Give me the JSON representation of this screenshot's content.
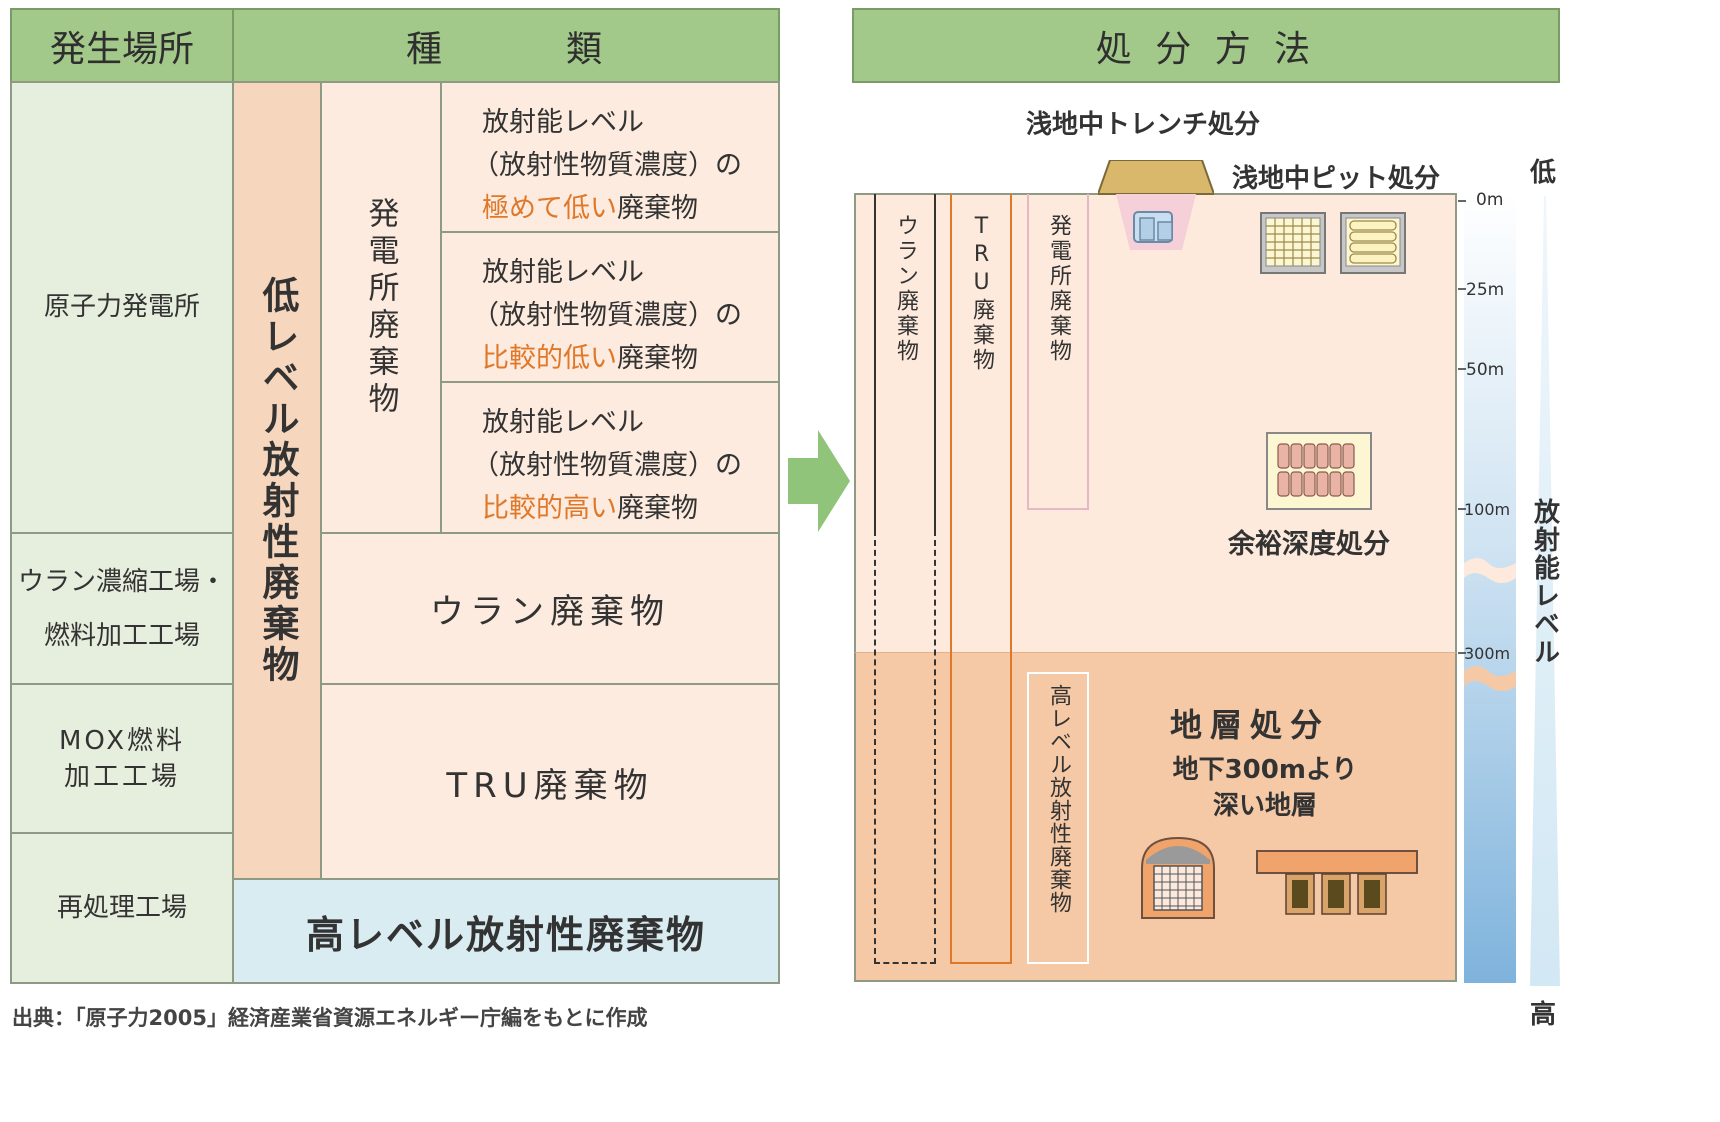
{
  "headers": {
    "source": "発生場所",
    "type": "種　　　類",
    "method": "処 分 方 法"
  },
  "sources": {
    "npp": "原子力発電所",
    "uranium_line1": "ウラン濃縮工場・",
    "uranium_line2": "燃料加工工場",
    "mox_line1": "MOX燃料",
    "mox_line2": "加工工場",
    "reprocess": "再処理工場"
  },
  "types": {
    "low_level": "低レベル放射性廃棄物",
    "plant_waste": "発電所廃棄物",
    "desc_prefix1": "放射能レベル",
    "desc_prefix2": "（放射性物質濃度）の",
    "very_low": "極めて低い",
    "relatively_low": "比較的低い",
    "relatively_high": "比較的高い",
    "waste_suffix": "廃棄物",
    "uranium_waste": "ウラン廃棄物",
    "tru_waste": "TRU廃棄物",
    "high_level": "高レベル放射性廃棄物"
  },
  "disposal": {
    "trench": "浅地中トレンチ処分",
    "pit": "浅地中ピット処分",
    "intermediate": "余裕深度処分",
    "geological": "地層処分",
    "geo_desc1": "地下300mより",
    "geo_desc2": "深い地層",
    "col_uranium": "ウラン廃棄物",
    "col_tru": "TRU廃棄物",
    "col_plant": "発電所廃棄物",
    "col_high": "高レベル放射性廃棄物"
  },
  "depths": [
    "0m",
    "25m",
    "50m",
    "100m",
    "300m"
  ],
  "radiation_scale": {
    "low": "低",
    "label": "放射能レベル",
    "high": "高"
  },
  "source_note": "出典：「原子力2005」経済産業省資源エネルギー庁編をもとに作成",
  "colors": {
    "header_green": "#a2c98a",
    "orange": "#e0782a",
    "peach": "#fcebde",
    "blue": "#7fb3dc"
  }
}
